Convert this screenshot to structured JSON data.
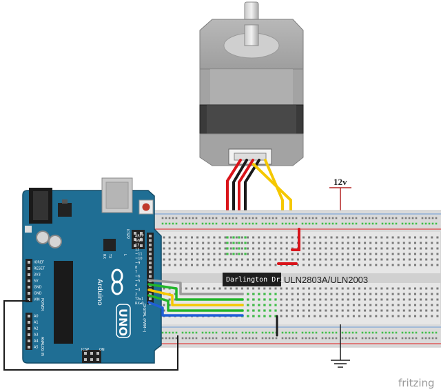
{
  "supply_label": "12v",
  "driver_chip_label": "Darlington Dri",
  "driver_ic_label": "ULN2803A/ULN2003",
  "board": {
    "brand": "Arduino",
    "model": "UNO",
    "icsp_label": "ICSP",
    "icsp2_label": "ICSP2",
    "on_label": "ON",
    "tx_label": "TX",
    "rx_label": "RX",
    "l_label": "L",
    "digital_label": "DIGITAL (PWM~)",
    "power_label": "POWER",
    "analog_label": "ANALOG IN",
    "power_pins": [
      "IOREF",
      "RESET",
      "3V3",
      "5V",
      "GND",
      "GND",
      "VIN"
    ],
    "analog_pins": [
      "A0",
      "A1",
      "A2",
      "A3",
      "A4",
      "A5"
    ],
    "digital_pins": [
      "AREF",
      "GND",
      "13",
      "12",
      "~11",
      "~10",
      "~9",
      "8",
      "7",
      "~6",
      "~5",
      "4",
      "~3",
      "2",
      "TX▸1",
      "RX◂0"
    ]
  },
  "watermark": "fritzing",
  "colors": {
    "arduino_blue": "#1f6e94",
    "wire_red": "#d9141a",
    "wire_black": "#1a1a1a",
    "wire_yellow": "#f5c800",
    "wire_green": "#22b52a",
    "wire_blue": "#1f5fd6",
    "wire_gray": "#9a9a9a",
    "rail_red": "#e04040",
    "rail_blue": "#7fa7d6",
    "hole_green": "#3fbf48"
  }
}
